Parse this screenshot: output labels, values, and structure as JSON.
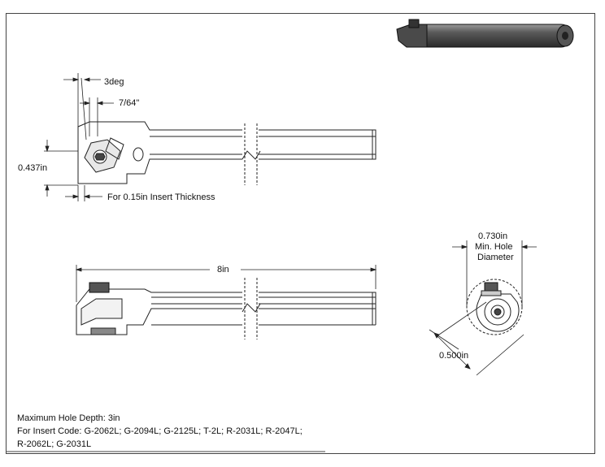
{
  "dimensions": {
    "angle": "3deg",
    "clearance": "7/64\"",
    "height": "0.437in",
    "insert_thickness_note": "For 0.15in Insert Thickness",
    "length": "8in",
    "min_hole_diameter": "0.730in",
    "min_hole_label_line1": "Min. Hole",
    "min_hole_label_line2": "Diameter",
    "shank_diameter": "0.500in"
  },
  "notes": {
    "hole_depth": "Maximum Hole Depth: 3in",
    "insert_codes_line1": "For Insert Code: G-2062L; G-2094L; G-2125L; T-2L; R-2031L; R-2047L;",
    "insert_codes_line2": "R-2062L; G-2031L"
  },
  "colors": {
    "line": "#222222",
    "bar_dark": "#3c3c3c",
    "bar_light": "#8a8a8a"
  }
}
